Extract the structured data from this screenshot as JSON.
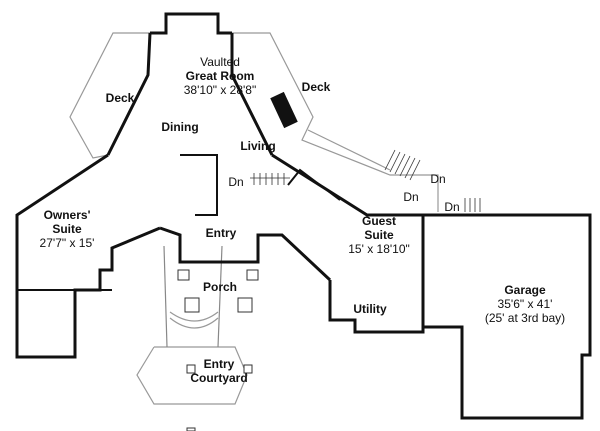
{
  "rooms": {
    "great_room": {
      "prefix": "Vaulted",
      "name": "Great Room",
      "size": "38'10\" x 28'8\""
    },
    "deck_left": {
      "name": "Deck"
    },
    "deck_right": {
      "name": "Deck"
    },
    "dining": {
      "name": "Dining"
    },
    "living": {
      "name": "Living"
    },
    "owners_suite": {
      "name_line1": "Owners'",
      "name_line2": "Suite",
      "size": "27'7\" x 15'"
    },
    "entry": {
      "name": "Entry"
    },
    "porch": {
      "name": "Porch"
    },
    "guest_suite": {
      "name_line1": "Guest",
      "name_line2": "Suite",
      "size": "15' x 18'10\""
    },
    "utility": {
      "name": "Utility"
    },
    "garage": {
      "name": "Garage",
      "size": "35'6\" x 41'",
      "note": "(25' at 3rd bay)"
    },
    "courtyard": {
      "name_line1": "Entry",
      "name_line2": "Courtyard"
    }
  },
  "stairs": {
    "dn_center": "Dn",
    "dn_deck_upper": "Dn",
    "dn_deck_mid": "Dn",
    "dn_deck_lower": "Dn"
  }
}
